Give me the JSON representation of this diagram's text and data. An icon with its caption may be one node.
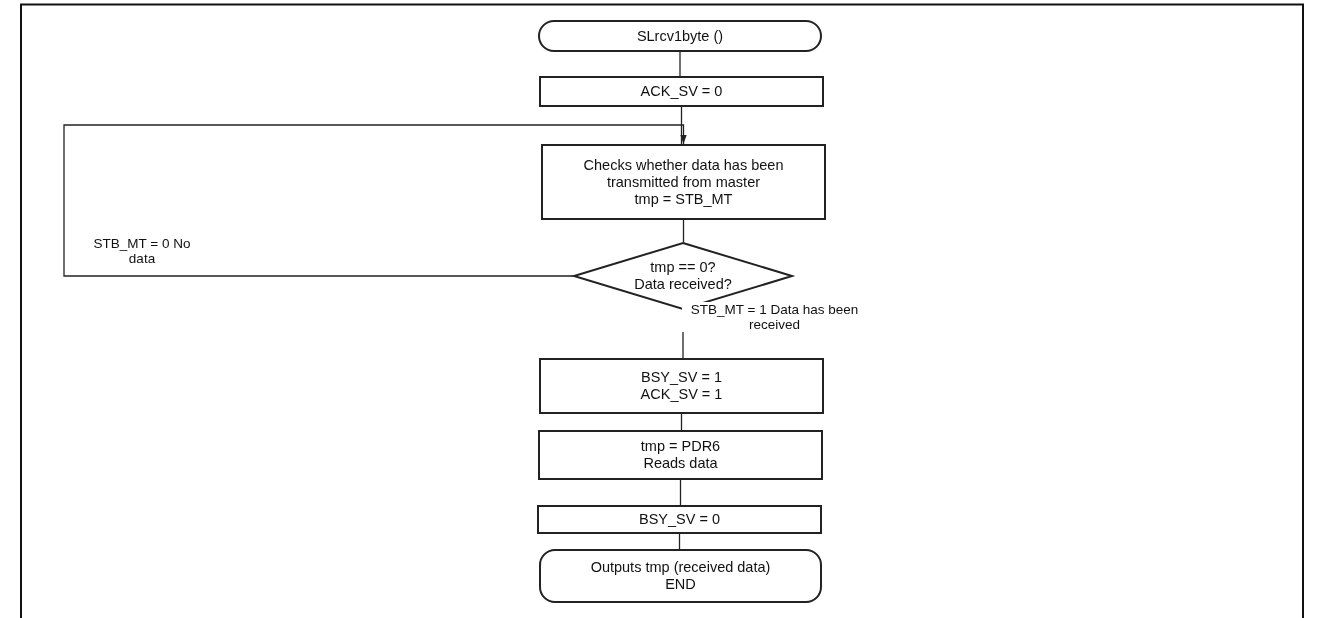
{
  "diagram": {
    "nodes": [
      {
        "text": [
          "SLrcv1byte ()"
        ]
      },
      {
        "text": [
          "ACK_SV = 0"
        ]
      },
      {
        "text": [
          "Checks whether data has been transmitted from master",
          "tmp = STB_MT"
        ]
      },
      {
        "text": [
          "tmp == 0?",
          "Data received?"
        ]
      },
      {
        "text": [
          "BSY_SV = 1",
          "ACK_SV = 1"
        ]
      },
      {
        "text": [
          "tmp = PDR6",
          "Reads data"
        ]
      },
      {
        "text": [
          "BSY_SV = 0"
        ]
      },
      {
        "text": [
          "Outputs tmp (received data)",
          "END"
        ]
      }
    ],
    "edges": [
      {
        "from": 0,
        "to": 1,
        "arrow": "none"
      },
      {
        "from": 1,
        "to": 2,
        "arrow": "none"
      },
      {
        "from": 2,
        "to": 3,
        "arrow": "none"
      },
      {
        "from": 3,
        "to": 2,
        "arrow": "to",
        "label": "STB_MT = 0 No data"
      },
      {
        "from": 3,
        "to": 4,
        "arrow": "none",
        "label": "STB_MT = 1 Data has been received"
      },
      {
        "from": 4,
        "to": 5,
        "arrow": "none"
      },
      {
        "from": 5,
        "to": 6,
        "arrow": "none"
      },
      {
        "from": 6,
        "to": 7,
        "arrow": "none"
      }
    ]
  }
}
